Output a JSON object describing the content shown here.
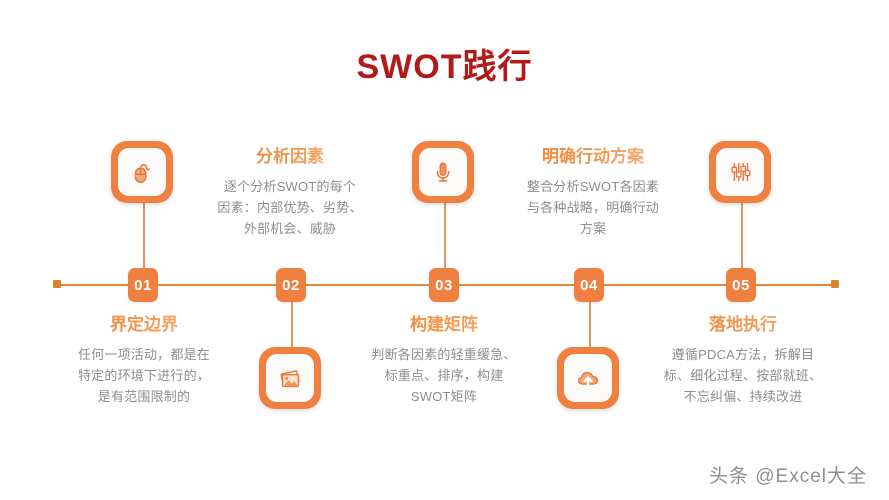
{
  "slide": {
    "title": "SWOT践行",
    "title_color": "#b21a1a",
    "accent_color": "#ef8040",
    "axis_color": "#e08a3c",
    "heading_color": "#ef8a3d",
    "desc_color": "#8d8d8d",
    "background": "#ffffff",
    "watermark": "头条 @Excel大全"
  },
  "steps": [
    {
      "number": "01",
      "icon": "mouse-icon",
      "heading": "界定边界",
      "desc_lines": [
        "任何一项活动，都是在",
        "特定的环境下进行的，",
        "是有范围限制的"
      ]
    },
    {
      "number": "02",
      "icon": "photos-icon",
      "heading": "分析因素",
      "desc_lines": [
        "逐个分析SWOT的每个",
        "因素：内部优势、劣势、",
        "外部机会、威胁"
      ]
    },
    {
      "number": "03",
      "icon": "microphone-icon",
      "heading": "构建矩阵",
      "desc_lines": [
        "判断各因素的轻重缓急、",
        "标重点、排序，构建",
        "SWOT矩阵"
      ]
    },
    {
      "number": "04",
      "icon": "cloud-upload-icon",
      "heading": "明确行动方案",
      "desc_lines": [
        "整合分析SWOT各因素",
        "与各种战略，明确行动",
        "方案"
      ]
    },
    {
      "number": "05",
      "icon": "sliders-icon",
      "heading": "落地执行",
      "desc_lines": [
        "遵循PDCA方法，拆解目",
        "标、细化过程、按部就班、",
        "不忘纠偏、持续改进"
      ]
    }
  ]
}
